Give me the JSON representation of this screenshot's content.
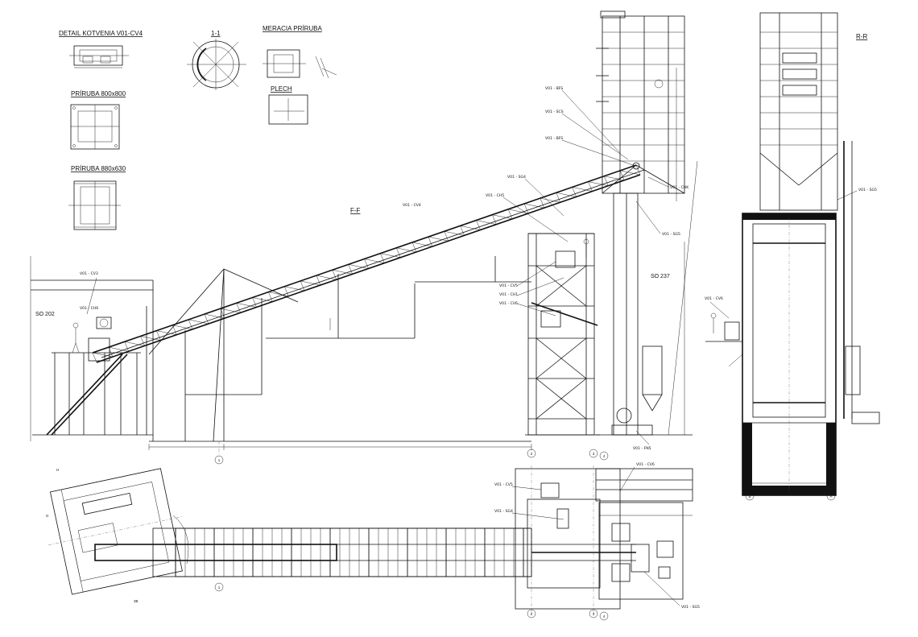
{
  "drawing": {
    "section_titles": {
      "detail_anchor": "DETAIL KOTVENIA V01-CV4",
      "flange_800": "PRÍRUBA 800x800",
      "flange_880": "PRÍRUBA 880x630",
      "section_1_1": "1-1",
      "measuring_flange": "MERACIA PRÍRUBA",
      "sheet": "PLECH",
      "view_ff": "F-F",
      "view_rr": "R-R"
    },
    "zones": {
      "so202": "SO 202",
      "so237": "SO 237"
    },
    "equipment_tags": {
      "bfs_upper": "V01 - BFS",
      "scs": "V01 - SCS",
      "bfs_lower": "V01 - BFS",
      "sg4_top": "V01 - SG4",
      "ch5": "V01 - CH5",
      "cv4_elev": "V01 - CV4",
      "chk": "V01 - CHK",
      "sg5_elev": "V01 - SG5",
      "cv3": "V01 - CV3",
      "ch6": "V01 - CH6",
      "cv5": "V01 - CV5",
      "ch1": "V01 - CH1",
      "cv6": "V01 - CV6",
      "fn5": "V01 - FN5",
      "sg5_rr": "V01 - SG5",
      "cv6_rr": "V01 - CV6",
      "cv5_plan": "V01 - CV5",
      "sg4_plan": "V01 - SG4",
      "cv6_plan": "V01 - CV6",
      "sg5_plan": "V01 - SG5"
    },
    "axis_markers": {
      "a1": "1",
      "a2": "2",
      "a3": "3",
      "a4": "4",
      "ra": "A",
      "rb": "B",
      "pa": "1",
      "pb": "2",
      "pc": "3",
      "pd": "4",
      "pg": "G",
      "ph": "H",
      "p3b": "3B"
    },
    "colors": {
      "ink": "#111111",
      "paper": "#ffffff",
      "hatch": "#222222"
    }
  }
}
